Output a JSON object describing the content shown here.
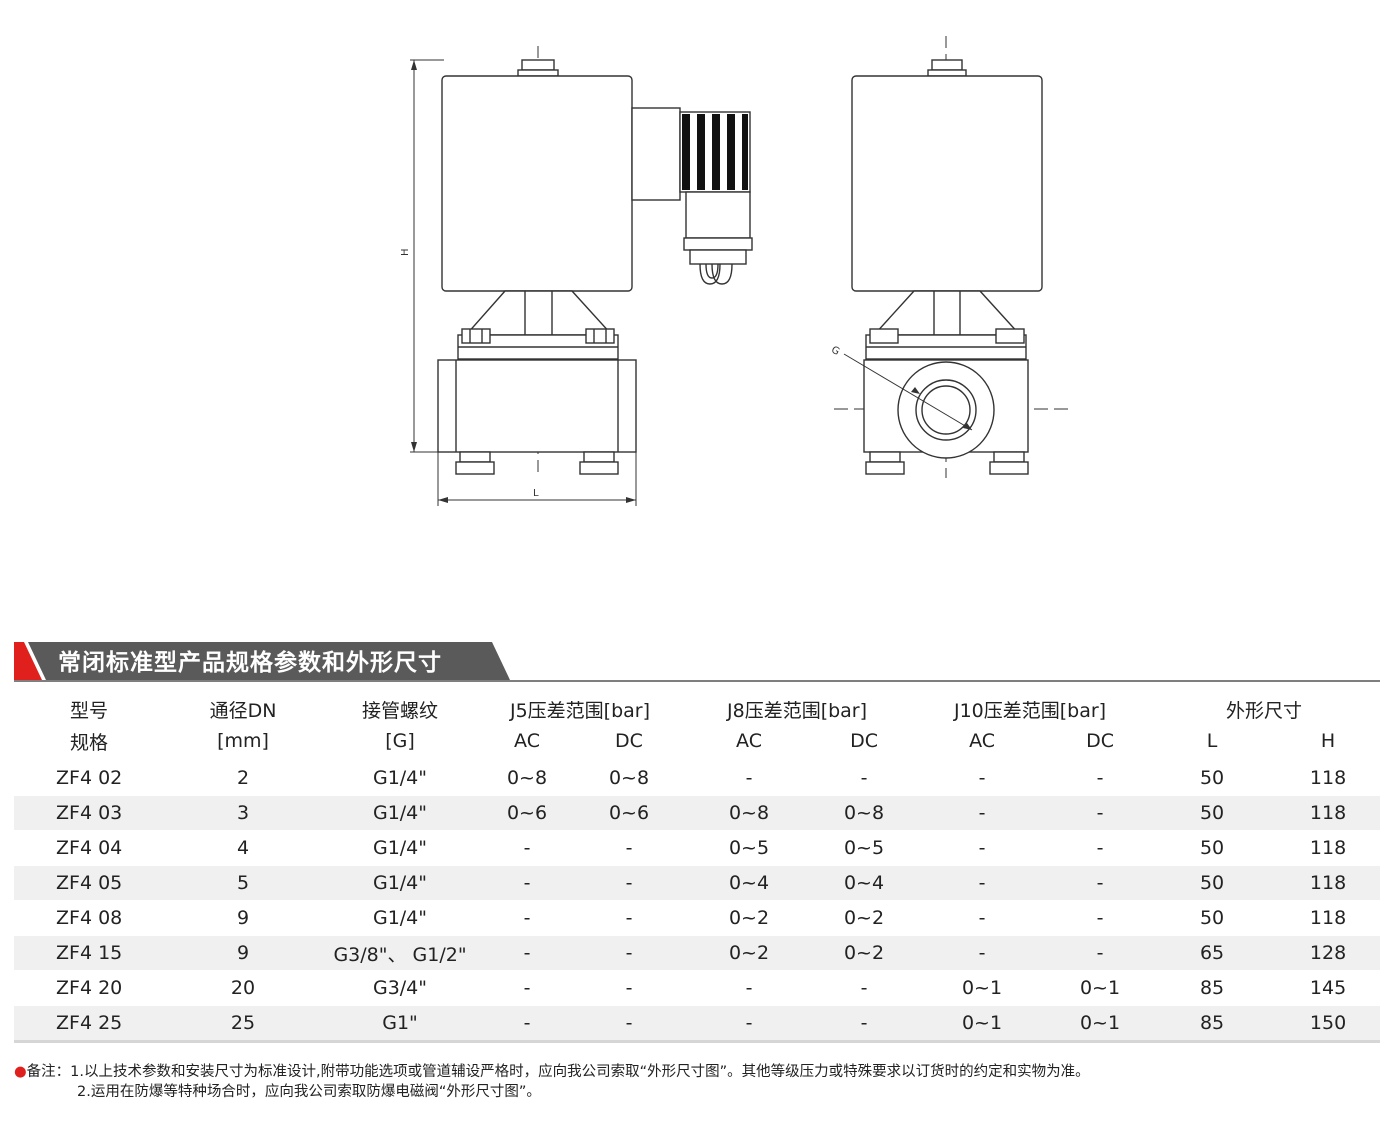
{
  "drawing": {
    "dim_height_label": "H",
    "dim_length_label": "L",
    "dim_thread_label": "G"
  },
  "banner": {
    "title": "常闭标准型产品规格参数和外形尺寸",
    "accent_color": "#e0201c",
    "bar_color": "#5a5a5a"
  },
  "table": {
    "header_top": {
      "model": "型号",
      "dn": "通径DN",
      "thread": "接管螺纹",
      "j5": "J5压差范围[bar]",
      "j8": "J8压差范围[bar]",
      "j10": "J10压差范围[bar]",
      "dims": "外形尺寸"
    },
    "header_sub": {
      "model": "规格",
      "dn": "[mm]",
      "thread": "[G]",
      "ac": "AC",
      "dc": "DC",
      "l": "L",
      "h": "H"
    },
    "rows": [
      [
        "ZF4 02",
        "2",
        "G1/4\"",
        "0~8",
        "0~8",
        "-",
        "-",
        "-",
        "-",
        "50",
        "118"
      ],
      [
        "ZF4 03",
        "3",
        "G1/4\"",
        "0~6",
        "0~6",
        "0~8",
        "0~8",
        "-",
        "-",
        "50",
        "118"
      ],
      [
        "ZF4 04",
        "4",
        "G1/4\"",
        "-",
        "-",
        "0~5",
        "0~5",
        "-",
        "-",
        "50",
        "118"
      ],
      [
        "ZF4 05",
        "5",
        "G1/4\"",
        "-",
        "-",
        "0~4",
        "0~4",
        "-",
        "-",
        "50",
        "118"
      ],
      [
        "ZF4 08",
        "9",
        "G1/4\"",
        "-",
        "-",
        "0~2",
        "0~2",
        "-",
        "-",
        "50",
        "118"
      ],
      [
        "ZF4 15",
        "9",
        "G3/8\"、 G1/2\"",
        "-",
        "-",
        "0~2",
        "0~2",
        "-",
        "-",
        "65",
        "128"
      ],
      [
        "ZF4 20",
        "20",
        "G3/4\"",
        "-",
        "-",
        "-",
        "-",
        "0~1",
        "0~1",
        "85",
        "145"
      ],
      [
        "ZF4 25",
        "25",
        "G1\"",
        "-",
        "-",
        "-",
        "-",
        "0~1",
        "0~1",
        "85",
        "150"
      ]
    ]
  },
  "notes": {
    "bullet": "●",
    "line1": "备注：1.以上技术参数和安装尺寸为标准设计,附带功能选项或管道辅设严格时，应向我公司索取“外形尺寸图”。其他等级压力或特殊要求以订货时的约定和实物为准。",
    "line2": "2.运用在防爆等特种场合时，应向我公司索取防爆电磁阀“外形尺寸图”。"
  }
}
